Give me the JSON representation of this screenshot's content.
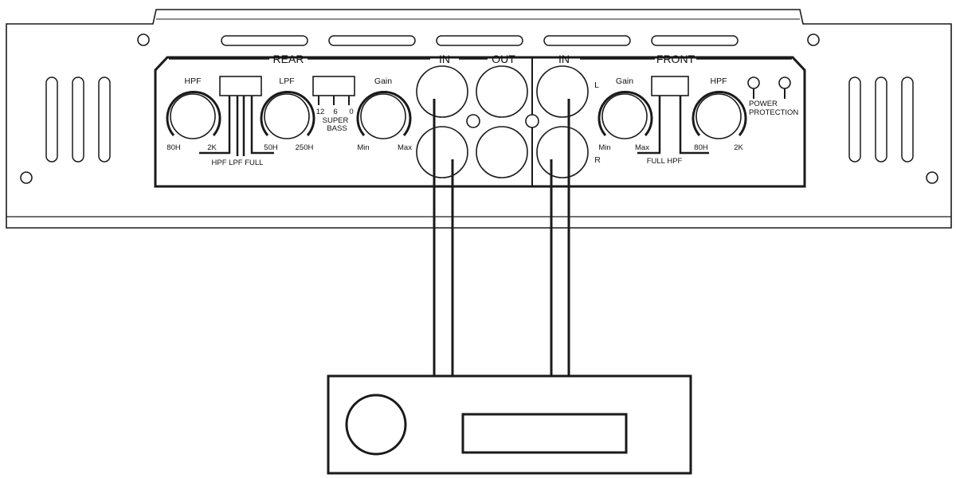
{
  "panel": {
    "rear": {
      "section_label": "REAR",
      "hpf": {
        "label": "HPF",
        "min": "80H",
        "max": "2K"
      },
      "lpf": {
        "label": "LPF",
        "min": "50H",
        "max": "250H"
      },
      "filter_switch_label": "HPF LPF FULL",
      "bass": {
        "opt1": "12",
        "opt2": "6",
        "opt3": "0",
        "label1": "SUPER",
        "label2": "BASS"
      },
      "gain": {
        "label": "Gain",
        "min": "Min",
        "max": "Max"
      }
    },
    "io": {
      "in_left": "IN",
      "out": "OUT",
      "in_right": "IN",
      "ch_l": "L",
      "ch_r": "R"
    },
    "front": {
      "section_label": "FRONT",
      "gain": {
        "label": "Gain",
        "min": "Min",
        "max": "Max"
      },
      "filter_switch_label": "FULL HPF",
      "hpf": {
        "label": "HPF",
        "min": "80H",
        "max": "2K"
      },
      "power_label": "POWER",
      "protection_label": "PROTECTION"
    }
  },
  "colors": {
    "line": "#1a1a1a",
    "background": "#ffffff"
  }
}
